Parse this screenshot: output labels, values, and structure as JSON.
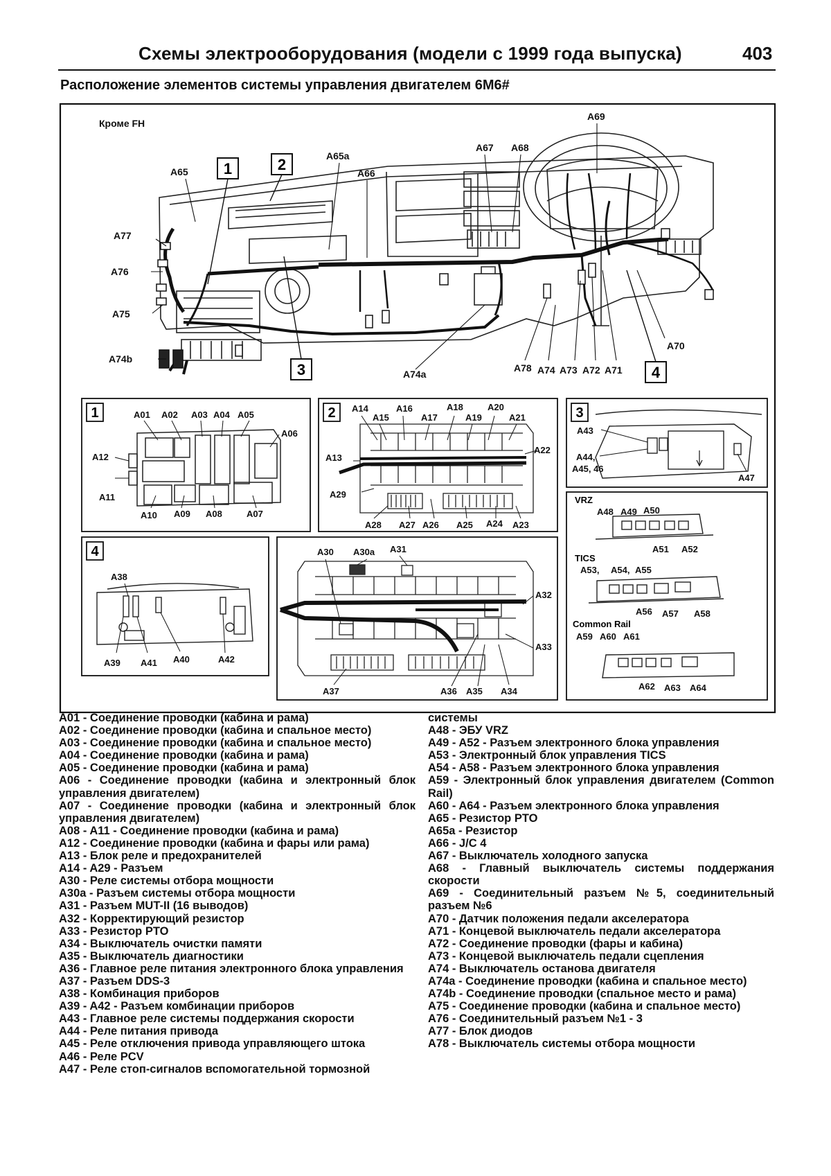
{
  "header": {
    "title": "Схемы электрооборудования (модели с 1999 года выпуска)",
    "page_number": "403"
  },
  "subtitle": "Расположение элементов системы управления двигателем 6М6#",
  "diagram": {
    "main": {
      "note": "Кроме FH",
      "callouts": [
        "1",
        "2",
        "3",
        "4"
      ],
      "labels": [
        "A69",
        "A65a",
        "A67",
        "A68",
        "A65",
        "A66",
        "A77",
        "A76",
        "A75",
        "A74b",
        "A74a",
        "A78",
        "A74",
        "A73",
        "A72",
        "A71",
        "A70"
      ]
    },
    "inset1": {
      "number": "1",
      "labels": [
        "A01",
        "A02",
        "A03",
        "A04",
        "A05",
        "A06",
        "A12",
        "A11",
        "A10",
        "A09",
        "A08",
        "A07"
      ]
    },
    "inset2": {
      "number": "2",
      "labels": [
        "A14",
        "A15",
        "A16",
        "A17",
        "A18",
        "A19",
        "A20",
        "A21",
        "A22",
        "A13",
        "A29",
        "A28",
        "A27",
        "A26",
        "A25",
        "A24",
        "A23"
      ]
    },
    "inset3": {
      "number": "3",
      "labels": [
        "A43",
        "A44,",
        "A45, 46",
        "A47"
      ]
    },
    "inset4": {
      "number": "4",
      "labels": [
        "A38",
        "A39",
        "A41",
        "A40",
        "A42"
      ]
    },
    "inset5": {
      "labels": [
        "A30",
        "A30a",
        "A31",
        "A32",
        "A33",
        "A37",
        "A36",
        "A35",
        "A34"
      ]
    },
    "inset6": {
      "vrz_title": "VRZ",
      "vrz_labels": [
        "A48",
        "A49",
        "A50",
        "A51",
        "A52"
      ],
      "tics_title": "TICS",
      "tics_labels": [
        "A53,",
        "A54,",
        "A55",
        "A56",
        "A57",
        "A58"
      ],
      "cr_title": "Common Rail",
      "cr_labels": [
        "A59",
        "A60",
        "A61",
        "A62",
        "A63",
        "A64"
      ]
    }
  },
  "legend": {
    "left": [
      "A01 - Соединение проводки (кабина и рама)",
      "A02 - Соединение проводки (кабина и спальное место)",
      "A03 - Соединение проводки (кабина и спальное место)",
      "A04 - Соединение проводки (кабина и рама)",
      "A05 - Соединение проводки (кабина и рама)",
      "A06 - Соединение проводки (кабина и электронный блок управления двигателем)",
      "A07 - Соединение проводки (кабина и электронный блок управления двигателем)",
      "A08 - A11 - Соединение проводки (кабина и рама)",
      "A12 - Соединение проводки (кабина и фары или рама)",
      "A13 - Блок реле и предохранителей",
      "A14 - A29 - Разъем",
      "A30 - Реле системы отбора мощности",
      "A30a - Разъем системы отбора мощности",
      "A31 - Разъем MUT-II (16 выводов)",
      "A32 - Корректирующий резистор",
      "A33 - Резистор PTO",
      "A34 - Выключатель очистки памяти",
      "A35 - Выключатель диагностики",
      "A36 - Главное реле питания электронного блока управления",
      "A37 - Разъем DDS-3",
      "A38 - Комбинация приборов",
      "A39 - A42 - Разъем комбинации приборов",
      "A43 - Главное реле системы поддержания скорости",
      "A44 - Реле питания привода",
      "A45 - Реле отключения привода управляющего штока",
      "A46 - Реле PCV",
      "A47 - Реле стоп-сигналов вспомогательной тормозной"
    ],
    "right": [
      "системы",
      "A48 - ЭБУ VRZ",
      "A49 - A52 - Разъем электронного блока управления",
      "A53 - Электронный блок управления TICS",
      "A54 - A58 - Разъем электронного блока управления",
      "A59 - Электронный блок управления двигателем (Common Rail)",
      "A60 - A64 - Разъем электронного блока управления",
      "A65 - Резистор PTO",
      "A65a - Резистор",
      "A66 - J/C 4",
      "A67 - Выключатель холодного запуска",
      "A68 - Главный выключатель системы поддержания скорости",
      "A69 - Соединительный разъем №5, соединительный разъем №6",
      "A70 - Датчик положения педали акселератора",
      "A71 - Концевой выключатель педали акселератора",
      "A72 - Соединение проводки (фары и кабина)",
      "A73 - Концевой выключатель педали сцепления",
      "A74 - Выключатель останова двигателя",
      "A74a - Соединение проводки (кабина и спальное место)",
      "A74b - Соединение проводки (спальное место и рама)",
      "A75 - Соединение проводки (кабина и спальное место)",
      "A76 - Соединительный разъем №1 - 3",
      "A77 - Блок диодов",
      "A78 - Выключатель системы отбора мощности"
    ]
  }
}
